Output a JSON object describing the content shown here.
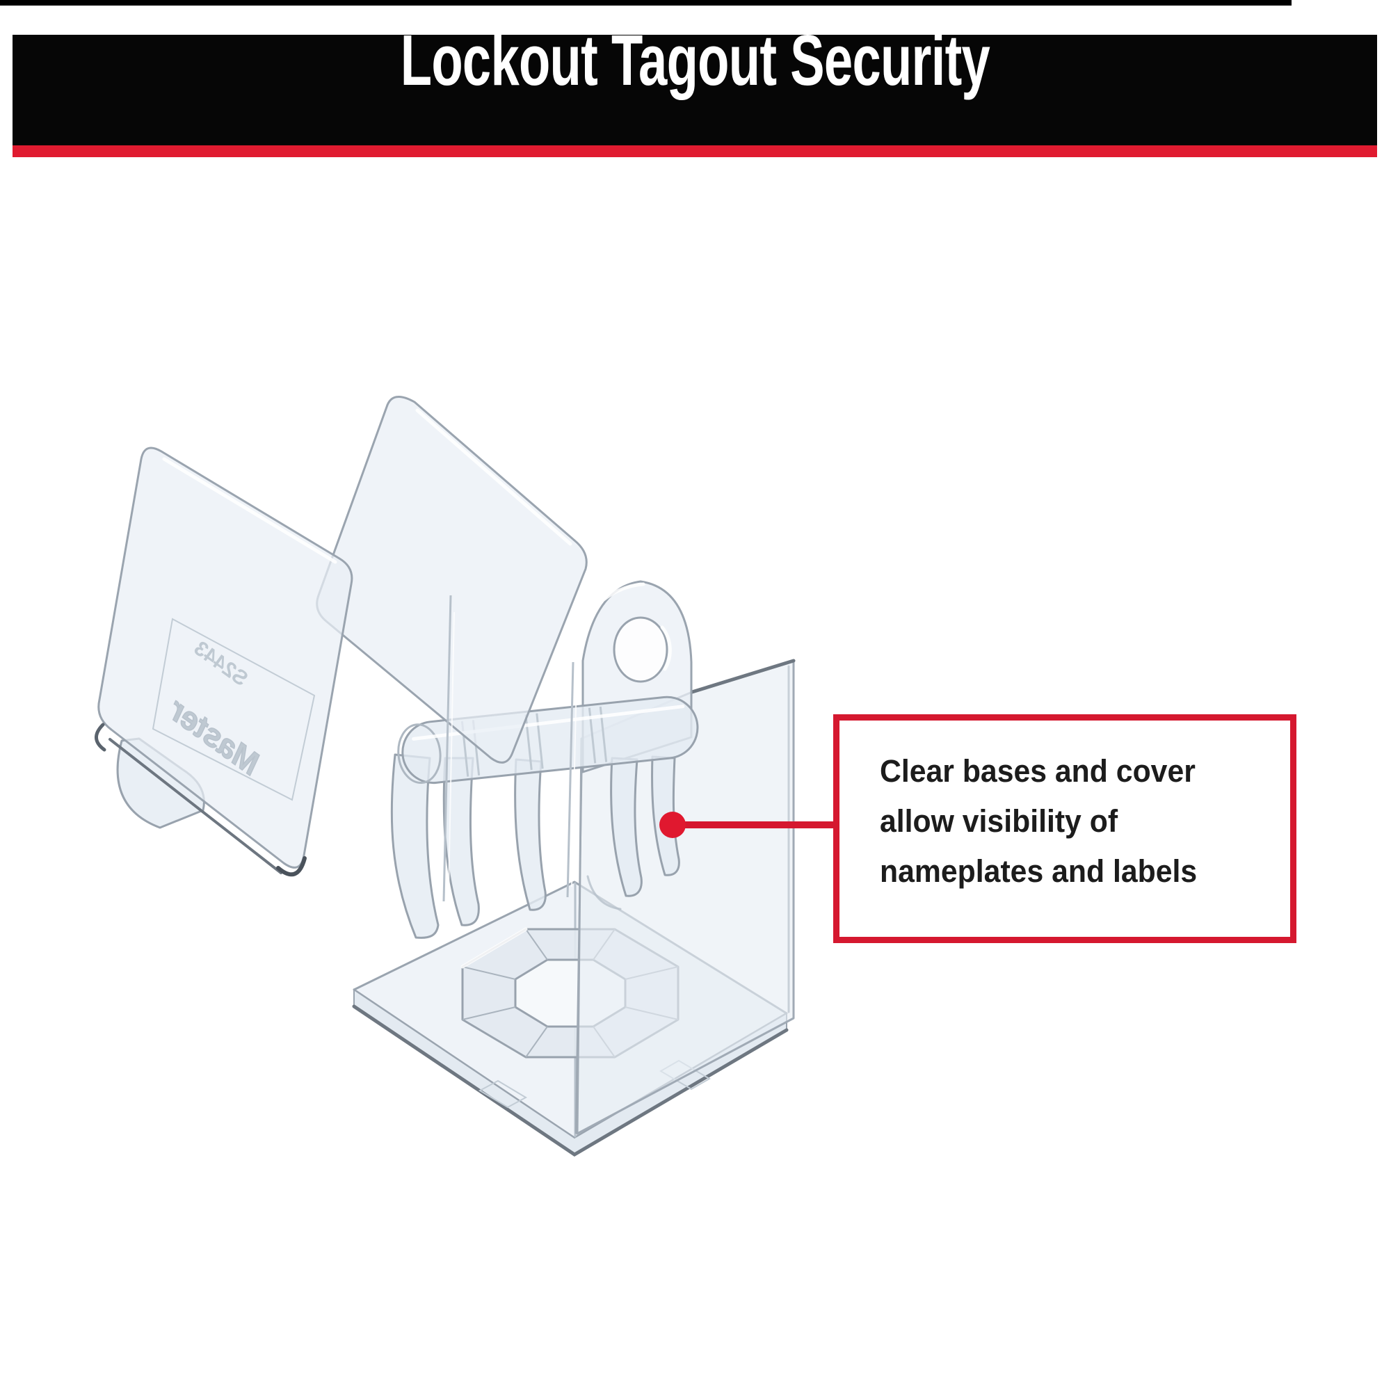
{
  "page": {
    "background": "#ffffff"
  },
  "header": {
    "top_bar_color": "#000000",
    "banner_color": "#060606",
    "title": "Lockout Tagout Security",
    "title_color": "#ffffff",
    "accent_stripe_color": "#e01b30"
  },
  "callout": {
    "line1": "Clear bases and cover",
    "line2": "allow visibility of",
    "line3": "nameplates and labels",
    "text_color": "#1c1c1c",
    "border_color": "#d5182f",
    "connector_color": "#d5182f",
    "dot_color": "#e0182f",
    "background": "#ffffff"
  },
  "product": {
    "etched_model": "S2443",
    "etched_brand": "Master",
    "plastic_fill": "#e9eff5",
    "plastic_edge": "#9aa4af",
    "parts": [
      "clear-cover-flap-left",
      "clear-cover-flap-right",
      "hinge-barrel",
      "hinge-forks",
      "padlock-eyelet-tab",
      "clear-side-wall",
      "clear-base",
      "knockout-ring"
    ]
  }
}
